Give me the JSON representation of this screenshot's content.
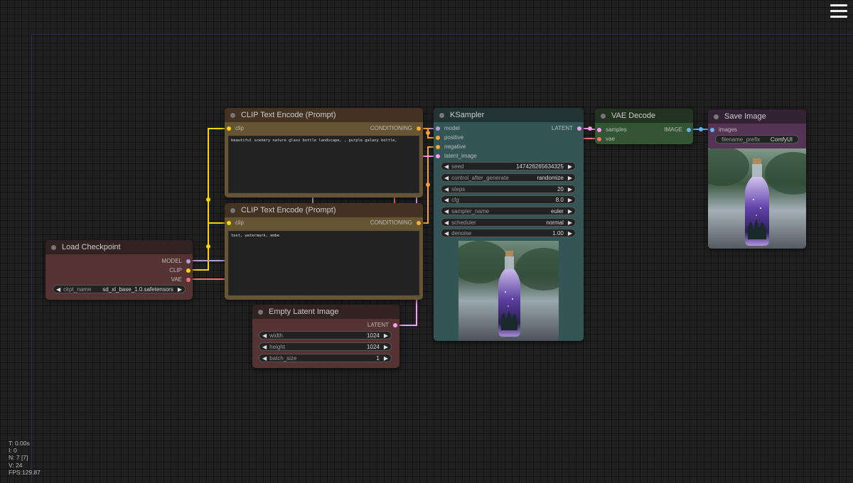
{
  "menu": {
    "icon": "hamburger-menu-icon"
  },
  "nodes": {
    "load_checkpoint": {
      "title": "Load Checkpoint",
      "outputs": [
        "MODEL",
        "CLIP",
        "VAE"
      ],
      "widget": {
        "label": "ckpt_name",
        "value": "sd_xl_base_1.0.safetensors"
      }
    },
    "clip_text_encode_positive": {
      "title": "CLIP Text Encode (Prompt)",
      "input": "clip",
      "output": "CONDITIONING",
      "text": "beautiful scenery nature glass bottle landscape, , purple galaxy bottle,"
    },
    "clip_text_encode_negative": {
      "title": "CLIP Text Encode (Prompt)",
      "input": "clip",
      "output": "CONDITIONING",
      "text": "text, watermark, embe"
    },
    "empty_latent_image": {
      "title": "Empty Latent Image",
      "output": "LATENT",
      "widgets": [
        {
          "label": "width",
          "value": "1024"
        },
        {
          "label": "height",
          "value": "1024"
        },
        {
          "label": "batch_size",
          "value": "1"
        }
      ]
    },
    "ksampler": {
      "title": "KSampler",
      "inputs": [
        "model",
        "positive",
        "negative",
        "latent_image"
      ],
      "output": "LATENT",
      "widgets": [
        {
          "label": "seed",
          "value": "147426265634325"
        },
        {
          "label": "control_after_generate",
          "value": "randomize"
        },
        {
          "label": "steps",
          "value": "20"
        },
        {
          "label": "cfg",
          "value": "8.0"
        },
        {
          "label": "sampler_name",
          "value": "euler"
        },
        {
          "label": "scheduler",
          "value": "normal"
        },
        {
          "label": "denoise",
          "value": "1.00"
        }
      ]
    },
    "vae_decode": {
      "title": "VAE Decode",
      "inputs": [
        "samples",
        "vae"
      ],
      "output": "IMAGE"
    },
    "save_image": {
      "title": "Save Image",
      "input": "images",
      "widget": {
        "label": "filename_prefix",
        "value": "ComfyUI"
      }
    }
  },
  "stats": {
    "t": "T: 0.00s",
    "i": "I: 0",
    "n": "N: 7 [7]",
    "v": "V: 24",
    "fps": "FPS:129.87"
  },
  "colors": {
    "model": "#b39ddb",
    "clip": "#ffd500",
    "vae": "#ff6e6e",
    "conditioning": "#ffa931",
    "latent": "#ff9cf9",
    "image": "#64b5f6"
  }
}
